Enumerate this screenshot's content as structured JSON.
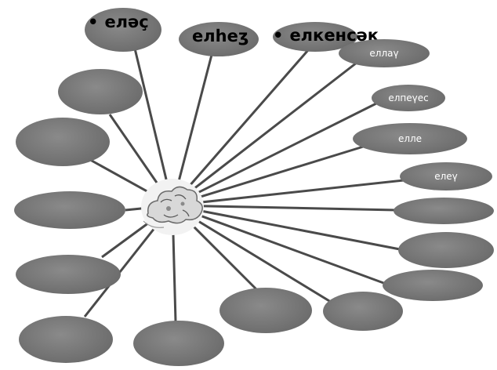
{
  "diagram": {
    "center_image": "cloud-picture",
    "colors": {
      "node_fill": "#6e6e6e",
      "spoke": "#4a4a4a",
      "node_text": "#ffffff",
      "top_text": "#000000"
    },
    "top_labels": [
      {
        "bullet": "•",
        "text": "еләç"
      },
      {
        "text": "елһеʒ"
      },
      {
        "bullet": "•",
        "text": "елкенсәк"
      }
    ],
    "node_labels": [
      "еллаү",
      "елпеүес",
      "елле",
      "елеү"
    ]
  }
}
